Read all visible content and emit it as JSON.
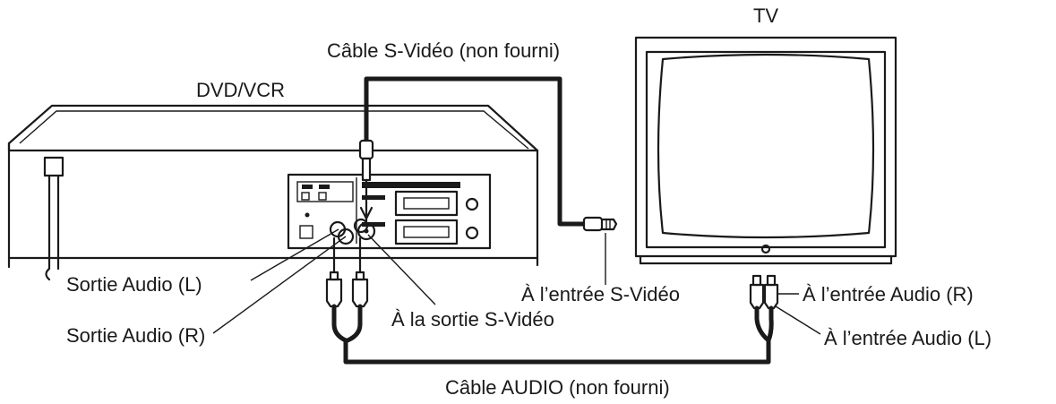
{
  "devices": {
    "tv_label": "TV",
    "dvdvcr_label": "DVD/VCR"
  },
  "cables": {
    "svideo_cable": "Câble S-Vidéo (non fourni)",
    "audio_cable": "Câble AUDIO (non fourni)"
  },
  "ports": {
    "audio_out_l": "Sortie Audio (L)",
    "audio_out_r": "Sortie Audio (R)",
    "svideo_out": "À la sortie S-Vidéo",
    "svideo_in": "À l’entrée S-Vidéo",
    "audio_in_r": "À l’entrée Audio (R)",
    "audio_in_l": "À l’entrée Audio (L)"
  }
}
